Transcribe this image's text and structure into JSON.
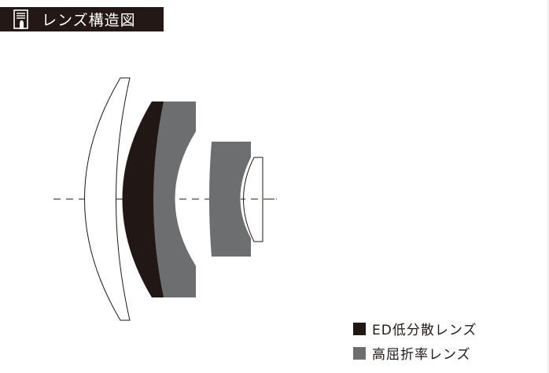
{
  "header": {
    "title": "レンズ構造図",
    "icon": "manual-document-icon"
  },
  "colors": {
    "header_bg": "#231815",
    "ed_lens": "#211816",
    "high_refraction_lens": "#6d6e70",
    "outline": "#231815"
  },
  "diagram": {
    "elements": [
      {
        "name": "front-meniscus-lens",
        "type": "standard",
        "fill": "#ffffff"
      },
      {
        "name": "ed-low-dispersion-lens",
        "type": "ED",
        "fill": "#211816"
      },
      {
        "name": "high-refraction-lens-1",
        "type": "high-refraction",
        "fill": "#6d6e70"
      },
      {
        "name": "high-refraction-lens-2",
        "type": "high-refraction",
        "fill": "#6d6e70"
      },
      {
        "name": "rear-small-lens",
        "type": "standard",
        "fill": "#ffffff"
      }
    ],
    "optical_axis": "dashed"
  },
  "legend": {
    "items": [
      {
        "label": "ED低分散レンズ",
        "color": "#211816"
      },
      {
        "label": "高屈折率レンズ",
        "color": "#6d6e70"
      }
    ]
  }
}
